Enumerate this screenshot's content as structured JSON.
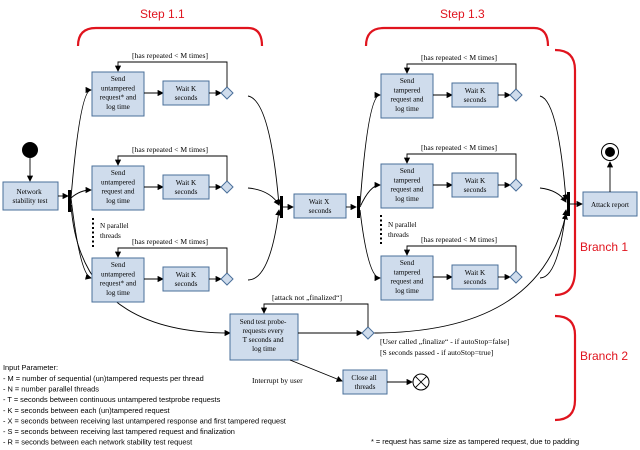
{
  "steps": {
    "step_a": "Step 1.1",
    "step_b": "Step 1.3"
  },
  "branches": {
    "branch_1": "Branch 1",
    "branch_2": "Branch 2"
  },
  "nodes": {
    "network_stability": [
      "Network",
      "stability test"
    ],
    "send_untampered_star": [
      "Send",
      "untampered",
      "request* and",
      "log time"
    ],
    "send_untampered": [
      "Send",
      "untampered",
      "request and",
      "log time"
    ],
    "wait_k": [
      "Wait K",
      "seconds"
    ],
    "wait_x": [
      "Wait X",
      "seconds"
    ],
    "send_tampered": [
      "Send",
      "tampered",
      "request and",
      "log  time"
    ],
    "attack_report": "Attack report",
    "probe": [
      "Send test probe-",
      "requests every",
      "T seconds and",
      "log time"
    ],
    "close_threads": [
      "Close all",
      "threads"
    ]
  },
  "guards": {
    "repeated": "[has repeated < M times]",
    "not_finalized": "[attack not „finalized“]",
    "user_finalize": "[User called „finalize“ - if autoStop=false]",
    "seconds_passed": "[S seconds passed - if autoStop=true]",
    "interrupt": "Interrupt by user"
  },
  "parallel": [
    "N parallel",
    "threads"
  ],
  "input_params": {
    "title": "Input Parameter:",
    "items": [
      "- M = number of sequential (un)tampered requests per thread",
      "- N = number parallel threads",
      "- T = seconds between continuous untampered testprobe requests",
      "- K = seconds between each (un)tampered request",
      "- X = seconds between receiving last untampered response and first tampered request",
      "- S = seconds between receiving last tampered request and finalization",
      "- R = seconds between each network stability test request"
    ]
  },
  "footnote": "* = request has same size as tampered request, due to padding"
}
